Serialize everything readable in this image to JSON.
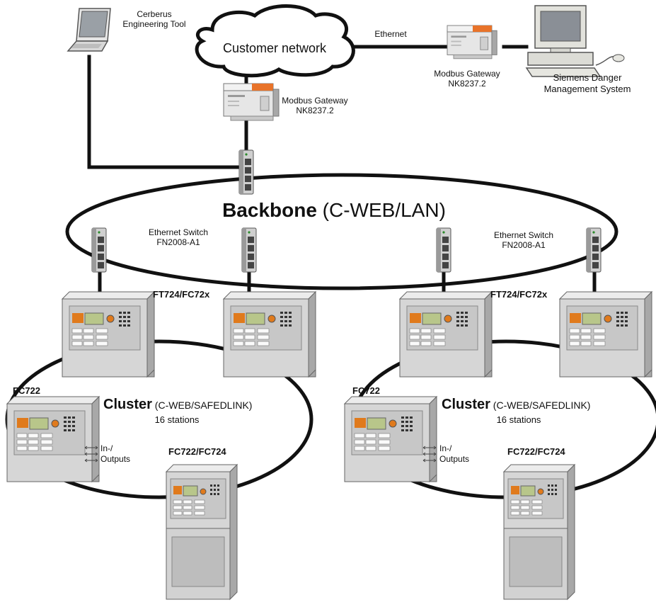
{
  "labels": {
    "engineering_tool": [
      "Cerberus",
      "Engineering Tool"
    ],
    "customer_network": "Customer network",
    "ethernet": "Ethernet",
    "gateway_right": [
      "Modbus Gateway",
      "NK8237.2"
    ],
    "gateway_center": [
      "Modbus Gateway",
      "NK8237.2"
    ],
    "danger_mgmt": [
      "Siemens Danger",
      "Management System"
    ],
    "backbone_bold": "Backbone",
    "backbone_rest": " (C-WEB/LAN)",
    "switch_left": [
      "Ethernet Switch",
      "FN2008-A1"
    ],
    "switch_right": [
      "Ethernet Switch",
      "FN2008-A1"
    ],
    "ft724_left": "FT724/FC72x",
    "ft724_right": "FT724/FC72x",
    "fc722_left": "FC722",
    "fc722_right": "FC722",
    "cluster_bold_left": "Cluster",
    "cluster_rest_left": " (C-WEB/SAFEDLINK)",
    "cluster_bold_right": "Cluster",
    "cluster_rest_right": " (C-WEB/SAFEDLINK)",
    "stations_left": "16 stations",
    "stations_right": "16 stations",
    "io_left": [
      "In-/",
      "Outputs"
    ],
    "io_right": [
      "In-/",
      "Outputs"
    ],
    "fc722_724_left": "FC722/FC724",
    "fc722_724_right": "FC722/FC724"
  },
  "colors": {
    "line": "#111111",
    "panel_body": "#d6d6d6",
    "panel_side": "#a8a8a8",
    "panel_top": "#ececec",
    "display": "#b8c68a",
    "accent_orange": "#e07a1c",
    "gateway_orange": "#e8732a"
  }
}
